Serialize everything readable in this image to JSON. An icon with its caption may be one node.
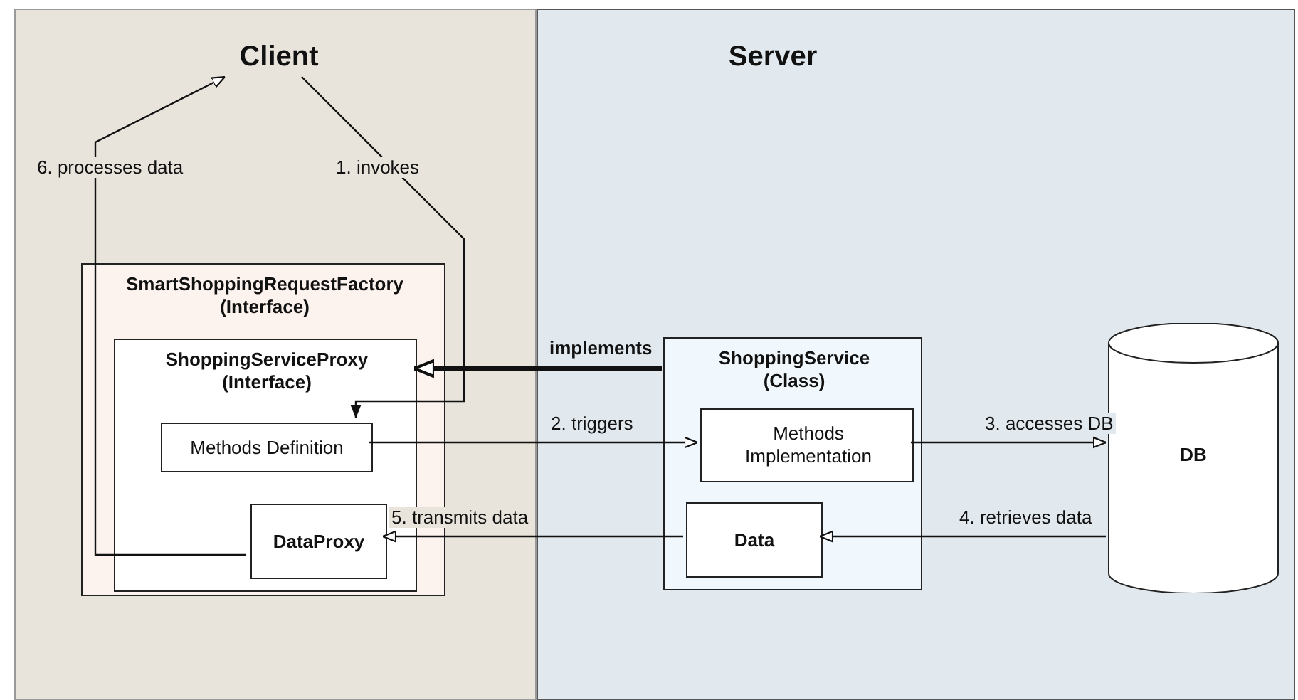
{
  "diagram": {
    "nodes": [
      {
        "text": [
          "Client"
        ]
      },
      {
        "text": [
          "Server"
        ]
      },
      {
        "text": [
          "SmartShoppingRequestFactory (Interface)"
        ],
        "in": 0
      },
      {
        "text": [
          "ShoppingServiceProxy (Interface)"
        ],
        "in": 2
      },
      {
        "text": [
          "Methods Definition"
        ],
        "in": 3
      },
      {
        "text": [
          "DataProxy"
        ],
        "in": 3
      },
      {
        "text": [
          "ShoppingService (Class)"
        ],
        "in": 1
      },
      {
        "text": [
          "Methods Implementation"
        ],
        "in": 6
      },
      {
        "text": [
          "Data"
        ],
        "in": 6
      },
      {
        "text": [
          "DB"
        ],
        "in": 1
      }
    ],
    "edges": [
      {
        "from": 0,
        "to": 4,
        "arrow": "to",
        "label": "1. invokes"
      },
      {
        "from": 4,
        "to": 7,
        "arrow": "to",
        "label": "2. triggers"
      },
      {
        "from": 7,
        "to": 9,
        "arrow": "to",
        "label": "3. accesses DB"
      },
      {
        "from": 9,
        "to": 8,
        "arrow": "to",
        "label": "4. retrieves data"
      },
      {
        "from": 8,
        "to": 5,
        "arrow": "to",
        "label": "5. transmits data"
      },
      {
        "from": 5,
        "to": 0,
        "arrow": "to",
        "label": "6. processes data"
      },
      {
        "from": 6,
        "to": 3,
        "arrow": "to",
        "label": "implements",
        "style": "thick"
      }
    ]
  }
}
